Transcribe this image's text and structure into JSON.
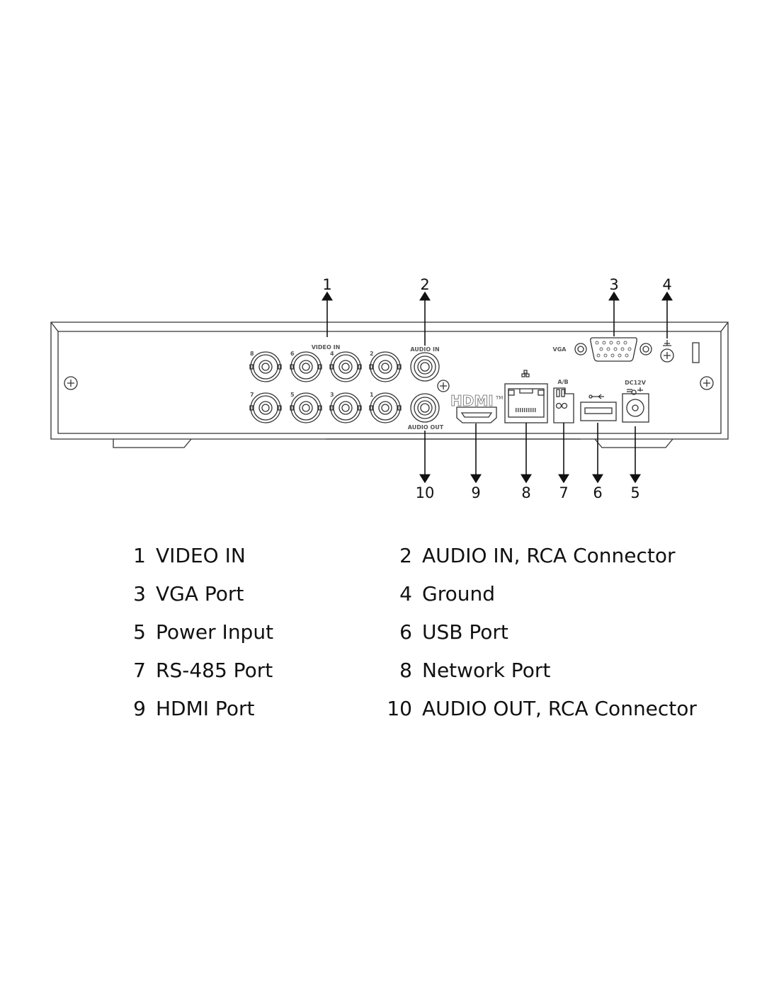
{
  "panel_labels": {
    "video_in": "VIDEO IN",
    "audio_in": "AUDIO IN",
    "audio_out": "AUDIO OUT",
    "vga": "VGA",
    "rs485": "A/B",
    "power": "DC12V",
    "hdmi": "HDMI",
    "hdmi_tm": "TM",
    "channel_numbers": [
      "8",
      "6",
      "4",
      "2",
      "7",
      "5",
      "3",
      "1"
    ]
  },
  "callouts": [
    "1",
    "2",
    "3",
    "4",
    "5",
    "6",
    "7",
    "8",
    "9",
    "10"
  ],
  "legend": [
    {
      "num": "1",
      "label": "VIDEO IN"
    },
    {
      "num": "2",
      "label": "AUDIO IN, RCA Connector"
    },
    {
      "num": "3",
      "label": "VGA Port"
    },
    {
      "num": "4",
      "label": "Ground"
    },
    {
      "num": "5",
      "label": "Power Input"
    },
    {
      "num": "6",
      "label": "USB Port"
    },
    {
      "num": "7",
      "label": "RS-485 Port"
    },
    {
      "num": "8",
      "label": "Network Port"
    },
    {
      "num": "9",
      "label": "HDMI Port"
    },
    {
      "num": "10",
      "label": "AUDIO OUT, RCA Connector"
    }
  ]
}
